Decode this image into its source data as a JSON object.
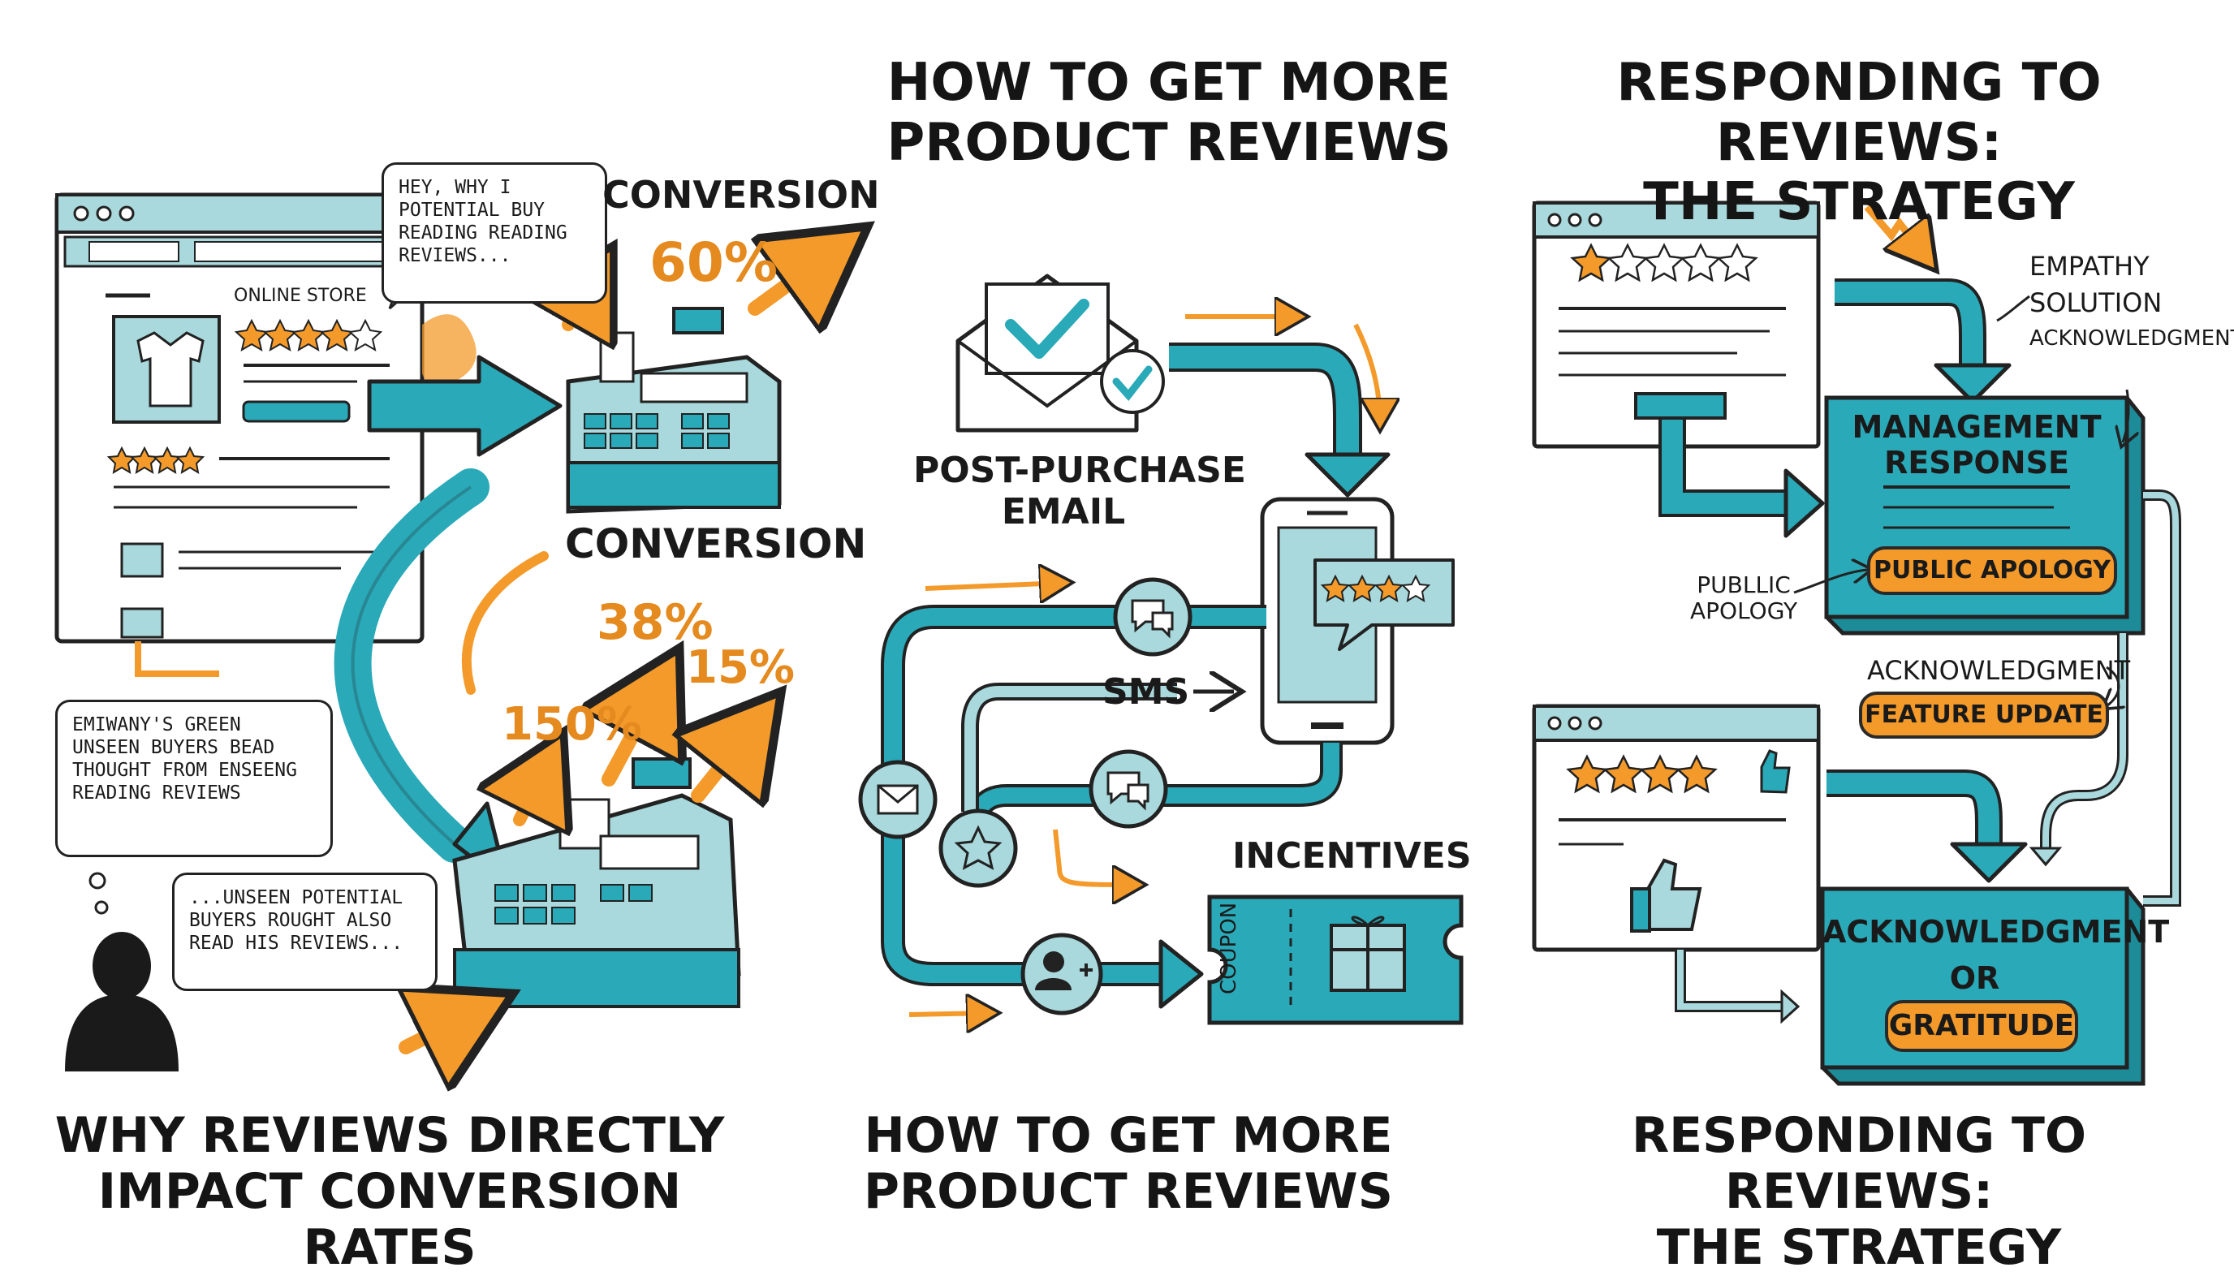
{
  "panels": {
    "left": {
      "bottom_title": [
        "Why Reviews Directly",
        "Impact Conversion Rates"
      ],
      "online_store_label": "Online store",
      "bubble_top": "Hey, why I potential buy reading reading reviews...",
      "bubble_left": "Emiwany's green unseen buyers bead thought from enseeng reading reviews",
      "bubble_bottom": "...unseen potential buyers rought also read his reviews...",
      "conversion_label_top": "Conversion",
      "conversion_label_mid": "Conversion",
      "stat_60": "60%",
      "stat_38": "38%",
      "stat_15": "15%",
      "stat_150": "150%"
    },
    "middle": {
      "top_title": [
        "How to Get More",
        "Product Reviews"
      ],
      "bottom_title": [
        "How to Get More",
        "Product Reviews"
      ],
      "email_label": [
        "Post-Purchase",
        "Email"
      ],
      "sms_label": "SMS",
      "incentives_label": "Incentives",
      "coupon_text": "COUPON"
    },
    "right": {
      "top_title": [
        "Responding to Reviews:",
        "The Strategy"
      ],
      "bottom_title": [
        "Responding to Reviews:",
        "The Strategy"
      ],
      "notes": [
        "Empathy",
        "Solution",
        "Acknowledgment"
      ],
      "management_box_title": [
        "Management",
        "Response"
      ],
      "public_apology_pill": "Public apology",
      "public_apology_side": [
        "Publlic",
        "apology"
      ],
      "acknowledgment_label": "Acknowledgment",
      "feature_update_pill": "Feature update",
      "gratitude_box_title": [
        "Acknowledgment",
        "or"
      ],
      "gratitude_pill": "Gratitude"
    }
  },
  "colors": {
    "teal": "#2aa9b8",
    "teal_light": "#a9d9dc",
    "orange": "#f39a2b",
    "ink": "#222222"
  }
}
